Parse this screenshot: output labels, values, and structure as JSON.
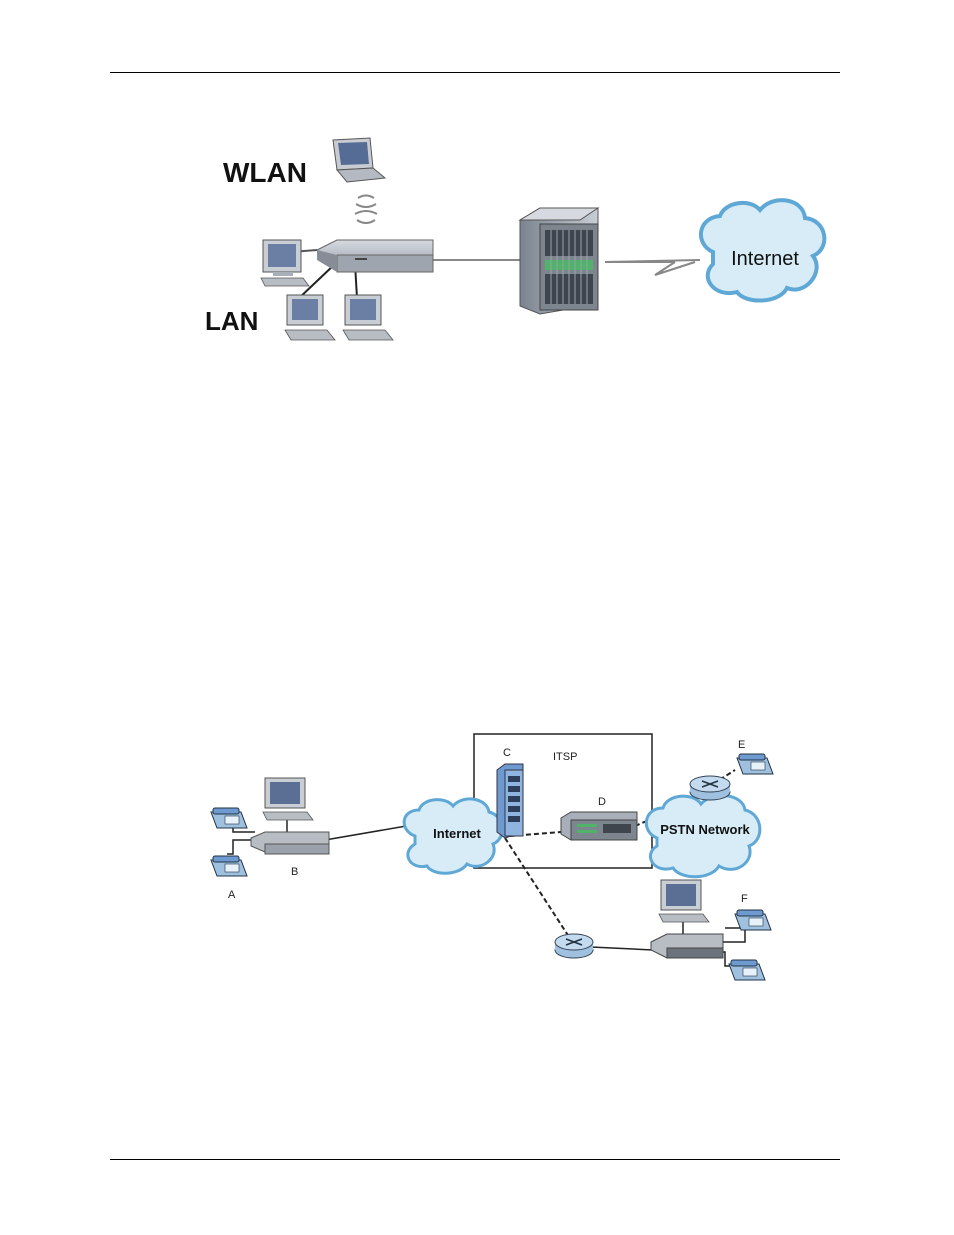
{
  "figure1": {
    "wlan_label": "WLAN",
    "lan_label": "LAN",
    "internet_label": "Internet"
  },
  "figure2": {
    "internet_label": "Internet",
    "pstn_label": "PSTN Network",
    "itsp_label": "ITSP",
    "label_a": "A",
    "label_b": "B",
    "label_c": "C",
    "label_d": "D",
    "label_e": "E",
    "label_f": "F"
  },
  "colors": {
    "device_gray": "#a9afb8",
    "cloud_blue": "#d7ecf7",
    "cloud_stroke": "#5fa8d6",
    "monitor_blue": "#8ea3c2",
    "phone_blue": "#9fc0df",
    "rack_green": "#4fb36a"
  }
}
